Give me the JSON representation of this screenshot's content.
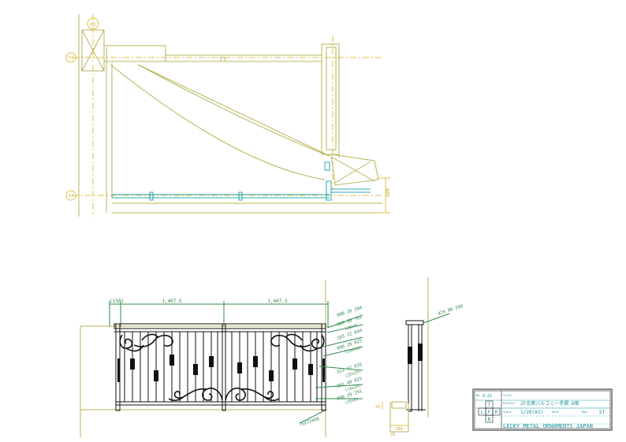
{
  "plan": {
    "grid_label_1": "X1",
    "grid_label_2": "Y1",
    "grid_label_3": "Y2",
    "depth_dim": "600"
  },
  "elevation": {
    "dim_left": "(150)",
    "dim_span_1": "1,407.5",
    "dim_span_2": "1,407.5",
    "callouts": [
      {
        "line1": "000 20 204",
        "line2": ""
      },
      {
        "line1": "009 30 781",
        "line2": "(20x8)"
      },
      {
        "line1": "183 22 044",
        "line2": ""
      },
      {
        "line1": "000 20 025",
        "line2": "(14x14)"
      },
      {
        "line1": "313 47 026",
        "line2": "(25x25)"
      },
      {
        "line1": "001 40 025",
        "line2": "(14x14)"
      },
      {
        "line1": "000 20 291",
        "line2": "(25x8)"
      }
    ],
    "base_note": "75X75X60",
    "side_callout": "429 00 204",
    "detail_dim_1": "25",
    "detail_dim_2": "100",
    "detail_dim_3": "20"
  },
  "title_block": {
    "number_label": "No.",
    "number": "A-21",
    "title_label": "Title",
    "project_label": "Project",
    "project": "2F北側バルコニー手摺 A案",
    "scale_label": "Scale",
    "scale": "1/20(A3)",
    "date_label": "Date",
    "drawn_label": "Dwg.",
    "drawn": "ST",
    "view_top": "T",
    "view_left": "L",
    "view_front": "F",
    "view_right": "R",
    "view_bottom": "B",
    "company": "LECKY METAL ORNAMENTS JAPAN"
  }
}
